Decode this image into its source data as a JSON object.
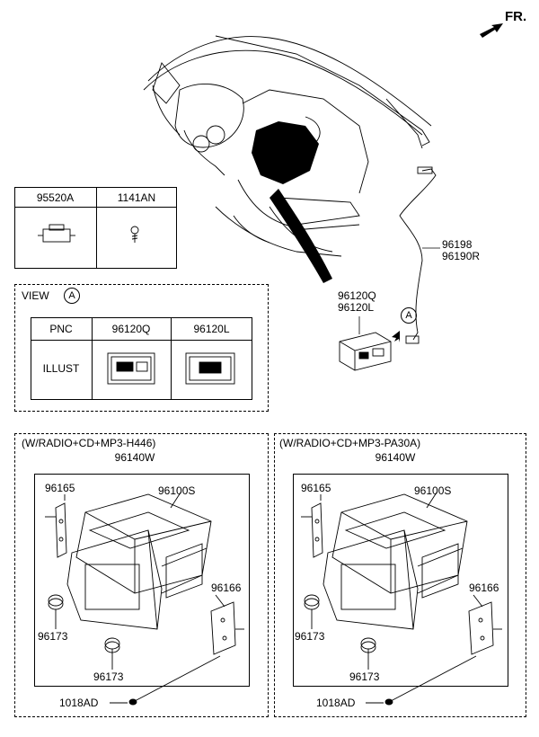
{
  "orientation": {
    "label": "FR."
  },
  "top_parts": {
    "antenna_cable_line1": "96198",
    "antenna_cable_line2": "96190R",
    "jack_line1": "96120Q",
    "jack_line2": "96120L",
    "view_marker": "A"
  },
  "small_parts_table": {
    "col1_header": "95520A",
    "col2_header": "1141AN"
  },
  "view_table": {
    "view_label": "VIEW",
    "view_marker": "A",
    "pnc_header": "PNC",
    "illust_header": "ILLUST",
    "col1_header": "96120Q",
    "col2_header": "96120L"
  },
  "assembly_left": {
    "title": "(W/RADIO+CD+MP3-H446)",
    "main_part": "96140W",
    "bracket_left": "96165",
    "cover": "96100S",
    "bracket_right": "96166",
    "knob_upper": "96173",
    "knob_lower": "96173",
    "screw": "1018AD"
  },
  "assembly_right": {
    "title": "(W/RADIO+CD+MP3-PA30A)",
    "main_part": "96140W",
    "bracket_left": "96165",
    "cover": "96100S",
    "bracket_right": "96166",
    "knob_upper": "96173",
    "knob_lower": "96173",
    "screw": "1018AD"
  }
}
